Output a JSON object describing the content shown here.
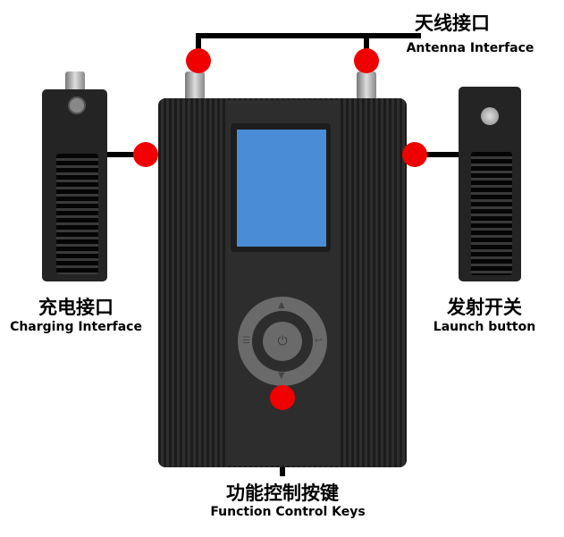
{
  "labels": {
    "antenna": {
      "zh": "天线接口",
      "en": "Antenna Interface"
    },
    "charging": {
      "zh": "充电接口",
      "en": "Charging Interface"
    },
    "launch": {
      "zh": "发射开关",
      "en": "Launch button"
    },
    "keys": {
      "zh": "功能控制按键",
      "en": "Function Control Keys"
    }
  },
  "keypad": {
    "up": "▲",
    "down": "▼",
    "left": "☰",
    "right": "↩",
    "center": "⏻"
  },
  "colors": {
    "marker": "#f00000",
    "screen": "#4a8cd6",
    "device": "#2a2a2a"
  }
}
